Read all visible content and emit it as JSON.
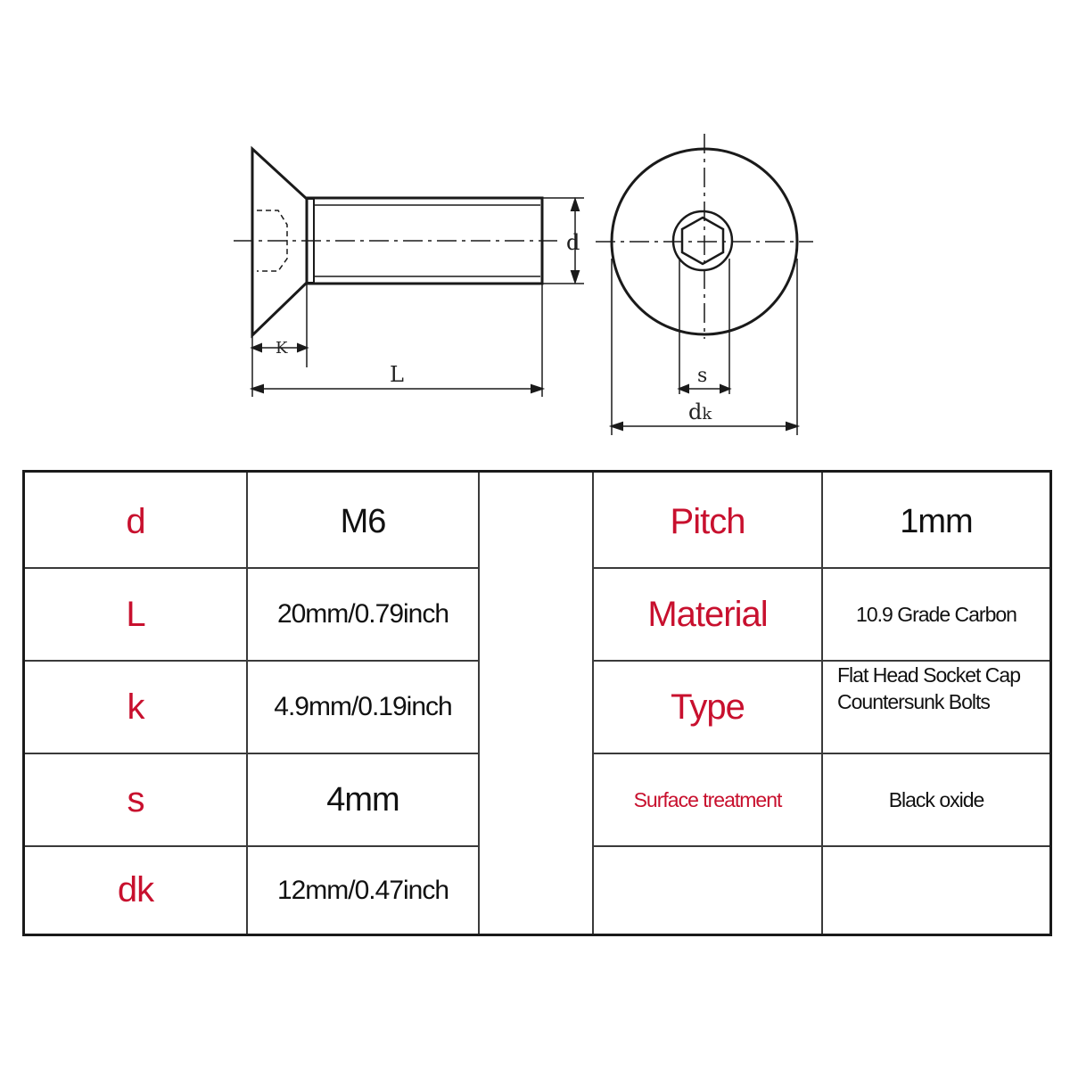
{
  "diagram": {
    "side_view_labels": {
      "d": "d",
      "k": "K",
      "L": "L"
    },
    "top_view_labels": {
      "s": "s",
      "dk_main": "d",
      "dk_sub": "k"
    }
  },
  "table": {
    "left_rows": [
      {
        "label": "d",
        "value": "M6"
      },
      {
        "label": "L",
        "value": "20mm/0.79inch"
      },
      {
        "label": "k",
        "value": "4.9mm/0.19inch"
      },
      {
        "label": "s",
        "value": "4mm"
      },
      {
        "label": "dk",
        "value": "12mm/0.47inch"
      }
    ],
    "right_rows": [
      {
        "label": "Pitch",
        "value": "1mm"
      },
      {
        "label": "Material",
        "value": "10.9 Grade Carbon"
      },
      {
        "label": "Type",
        "value_line1": "Flat Head Socket Cap",
        "value_line2": "Countersunk Bolts"
      },
      {
        "label": "Surface treatment",
        "value": "Black oxide"
      },
      {
        "label": "",
        "value": ""
      }
    ]
  },
  "colors": {
    "label": "#c8102e",
    "value": "#111111",
    "line": "#1a1a1a"
  }
}
